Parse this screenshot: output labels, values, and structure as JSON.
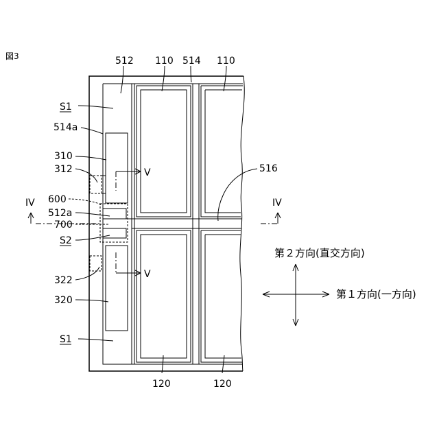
{
  "figure": {
    "title": "図3"
  },
  "labels": {
    "l512": "512",
    "l110a": "110",
    "l514": "514",
    "l110b": "110",
    "s1_top": "S1",
    "l514a": "514a",
    "l310": "310",
    "l312": "312",
    "v_top": "V",
    "l516": "516",
    "iv_left": "IV",
    "iv_right": "IV",
    "l600": "600",
    "l512a": "512a",
    "l700": "700",
    "s2": "S2",
    "v_bottom": "V",
    "l322": "322",
    "l320": "320",
    "s1_bottom": "S1",
    "l120a": "120",
    "l120b": "120"
  },
  "directions": {
    "second": "第２方向(直交方向)",
    "first": "第１方向(一方向)"
  }
}
